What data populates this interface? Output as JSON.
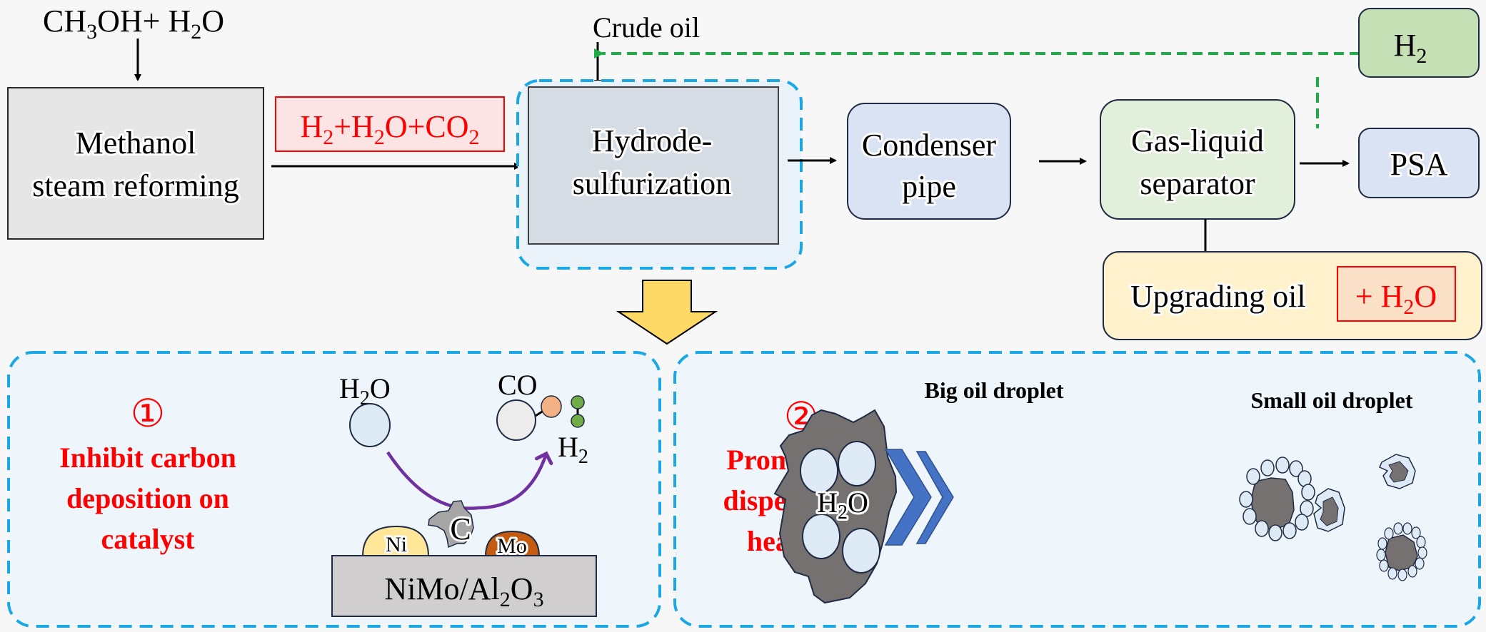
{
  "colors": {
    "background": "#f7f7f7",
    "dashed_border": "#1aa7e6",
    "red_text": "#ff0000",
    "green_dashed": "#1cae45",
    "purple_arrow": "#7030a0",
    "chevron_blue": "#4472c4",
    "oil_gray": "#767171",
    "water_blue": "#deebf7",
    "yellow_arrow": "#ffd966"
  },
  "top": {
    "feed_methanol": {
      "main": "CH",
      "sub1": "3",
      "mid": "OH+ H",
      "sub2": "2",
      "end": "O"
    },
    "feed_crude": "Crude oil",
    "msr_box": {
      "line1": "Methanol",
      "line2": "steam reforming"
    },
    "gas_label": {
      "p1": "H",
      "s1": "2",
      "p2": "+H",
      "s2": "2",
      "p3": "O+CO",
      "s3": "2"
    },
    "hds_box": {
      "line1": "Hydrode-",
      "line2": "sulfurization"
    },
    "condenser_box": {
      "line1": "Condenser",
      "line2": "pipe"
    },
    "separator_box": {
      "line1": "Gas-liquid",
      "line2": "separator"
    },
    "psa_box": "PSA",
    "h2_box": {
      "main": "H",
      "sub": "2"
    },
    "upgrading_box": {
      "label": "Upgrading oil",
      "tag_main": "+ H",
      "tag_sub": "2",
      "tag_end": "O"
    }
  },
  "panel1": {
    "number": "①",
    "title_lines": [
      "Inhibit carbon",
      "deposition on",
      "catalyst"
    ],
    "h2o": {
      "main": "H",
      "sub": "2",
      "end": "O"
    },
    "co": "CO",
    "h2": {
      "main": "H",
      "sub": "2"
    },
    "carbon": "C",
    "ni": "Ni",
    "mo": "Mo",
    "support": {
      "main": "NiMo/Al",
      "sub1": "2",
      "mid": "O",
      "sub2": "3"
    }
  },
  "panel2": {
    "number": "②",
    "title_lines": [
      "Promote the",
      "dispersion of",
      "heavy oil"
    ],
    "big_label": "Big oil droplet",
    "small_label": "Small oil droplet",
    "h2o": {
      "main": "H",
      "sub": "2",
      "end": "O"
    }
  }
}
